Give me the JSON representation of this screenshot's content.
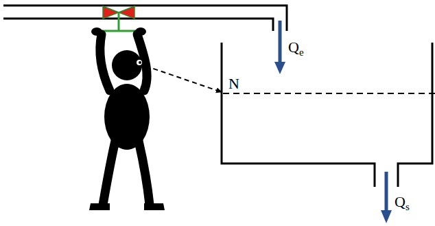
{
  "diagram": {
    "labels": [
      "Qe",
      "N",
      "Qs"
    ]
  }
}
